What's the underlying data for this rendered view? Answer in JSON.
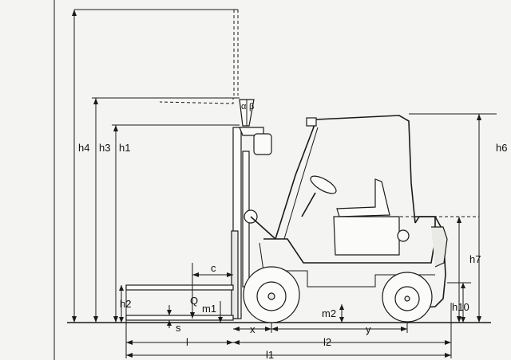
{
  "diagram": {
    "labels": {
      "h4": "h4",
      "h3": "h3",
      "h1": "h1",
      "h6": "h6",
      "h7": "h7",
      "h2": "h2",
      "h10": "h10",
      "c": "c",
      "Q": "Q",
      "m1": "m1",
      "m2": "m2",
      "s": "s",
      "x": "x",
      "y": "y",
      "l": "l",
      "l2": "l2",
      "l1": "l1",
      "alpha": "α",
      "beta": "β"
    }
  }
}
